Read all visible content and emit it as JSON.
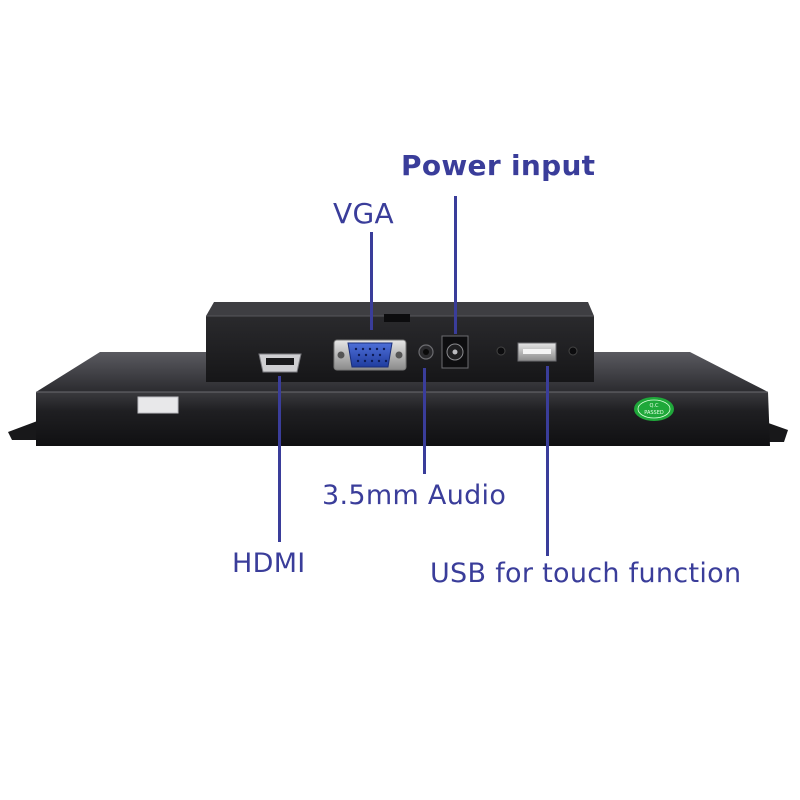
{
  "labels": {
    "power_input": "Power input",
    "vga": "VGA",
    "audio": "3.5mm Audio",
    "hdmi": "HDMI",
    "usb": "USB for touch function"
  },
  "colors": {
    "label_text": "#3a3d9a",
    "leader_line": "#3a3d9a",
    "panel_body": "#1b1b1d",
    "qc_badge": "#1fa83a"
  },
  "qc_sticker": {
    "line1": "Q.C",
    "line2": "PASSED"
  }
}
